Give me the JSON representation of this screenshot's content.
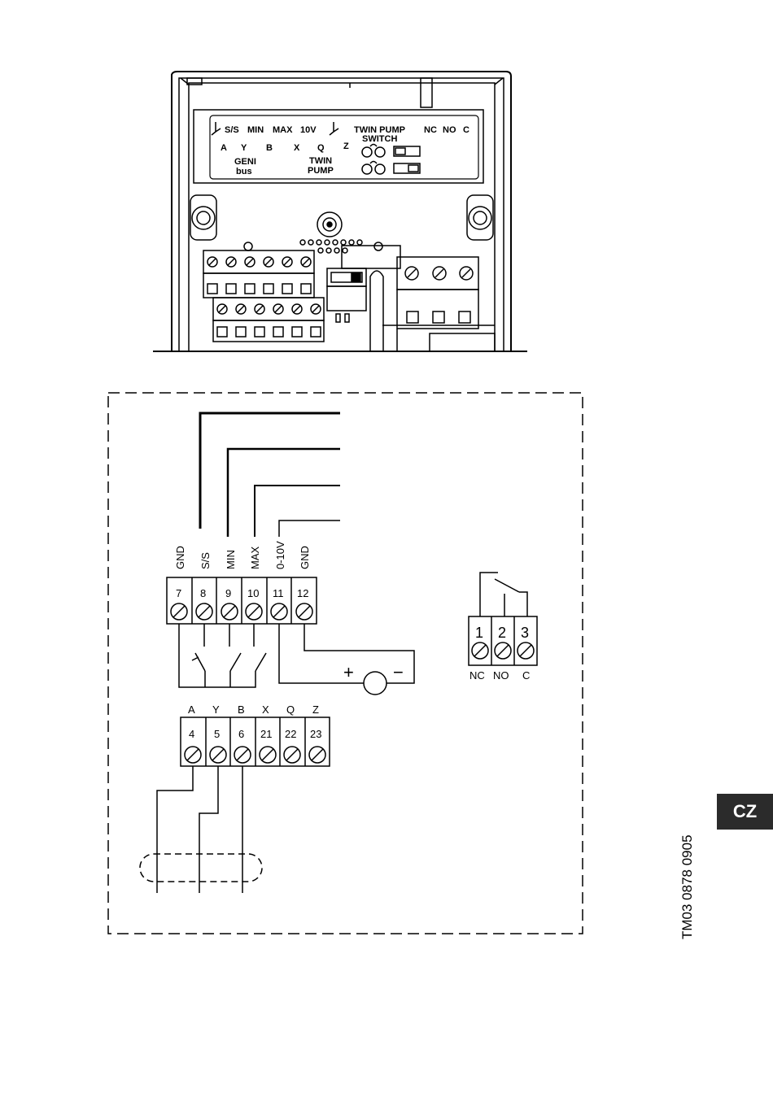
{
  "device_panel": {
    "row1": [
      "S/S",
      "MIN",
      "MAX",
      "10V",
      "TWIN PUMP",
      "NC",
      "NO",
      "C"
    ],
    "row2": [
      "A",
      "Y",
      "B",
      "X",
      "Q",
      "Z"
    ],
    "switch_label": "SWITCH",
    "geni_line1": "GENI",
    "geni_line2": "bus",
    "twin_line1": "TWIN",
    "twin_line2": "PUMP"
  },
  "upper_block": {
    "labels": [
      "GND",
      "S/S",
      "MIN",
      "MAX",
      "0-10V",
      "GND"
    ],
    "numbers": [
      "7",
      "8",
      "9",
      "10",
      "11",
      "12"
    ]
  },
  "lower_block": {
    "labels": [
      "A",
      "Y",
      "B",
      "X",
      "Q",
      "Z"
    ],
    "numbers": [
      "4",
      "5",
      "6",
      "21",
      "22",
      "23"
    ]
  },
  "relay": {
    "numbers": [
      "1",
      "2",
      "3"
    ],
    "labels": [
      "NC",
      "NO",
      "C"
    ]
  },
  "source": {
    "plus": "+",
    "minus": "−"
  },
  "reference_code": "TM03 0878 0905",
  "language_badge": "CZ"
}
